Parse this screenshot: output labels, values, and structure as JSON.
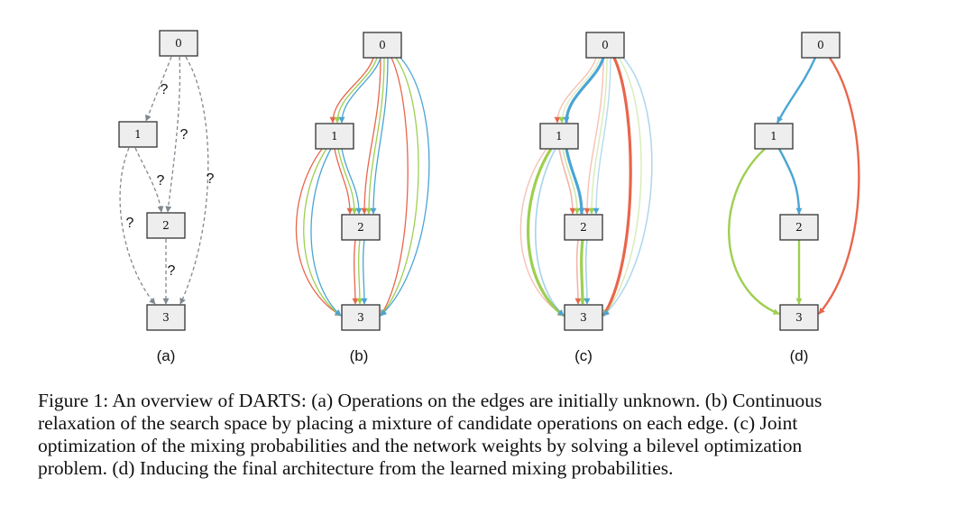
{
  "colors": {
    "unknown_edge": "#808890",
    "red": "#e8664c",
    "green": "#9ecf50",
    "blue": "#4aa5d4",
    "node_fill": "#eeeeee"
  },
  "nodes": [
    "0",
    "1",
    "2",
    "3"
  ],
  "unknown_marks": [
    "?",
    "?",
    "?",
    "?",
    "?",
    "?"
  ],
  "panels": [
    {
      "label": "(a)"
    },
    {
      "label": "(b)"
    },
    {
      "label": "(c)"
    },
    {
      "label": "(d)"
    }
  ],
  "caption": {
    "lines": [
      "Figure 1: An overview of DARTS: (a) Operations on the edges are initially unknown. (b) Continuous",
      "relaxation of the search space by placing a mixture of candidate operations on each edge. (c) Joint",
      "optimization of the mixing probabilities and the network weights by solving a bilevel optimization",
      "problem. (d) Inducing the final architecture from the learned mixing probabilities."
    ]
  },
  "edges": [
    {
      "from": "0",
      "to": "1"
    },
    {
      "from": "0",
      "to": "2"
    },
    {
      "from": "0",
      "to": "3"
    },
    {
      "from": "1",
      "to": "2"
    },
    {
      "from": "1",
      "to": "3"
    },
    {
      "from": "2",
      "to": "3"
    }
  ],
  "mixed_operations": [
    "red",
    "green",
    "blue"
  ],
  "learned_weights": [
    {
      "edge": "0-1",
      "red": 0.2,
      "green": 0.15,
      "blue": 1.0
    },
    {
      "edge": "0-2",
      "red": 0.2,
      "green": 0.2,
      "blue": 0.2
    },
    {
      "edge": "0-3",
      "red": 1.0,
      "green": 0.2,
      "blue": 0.25
    },
    {
      "edge": "1-2",
      "red": 0.3,
      "green": 0.3,
      "blue": 1.0
    },
    {
      "edge": "1-3",
      "red": 0.2,
      "green": 1.0,
      "blue": 0.3
    },
    {
      "edge": "2-3",
      "red": 0.3,
      "green": 1.0,
      "blue": 0.3
    }
  ],
  "final_architecture": [
    {
      "edge": "0-1",
      "op": "blue"
    },
    {
      "edge": "0-3",
      "op": "red"
    },
    {
      "edge": "1-2",
      "op": "blue"
    },
    {
      "edge": "1-3",
      "op": "green"
    },
    {
      "edge": "2-3",
      "op": "green"
    }
  ]
}
